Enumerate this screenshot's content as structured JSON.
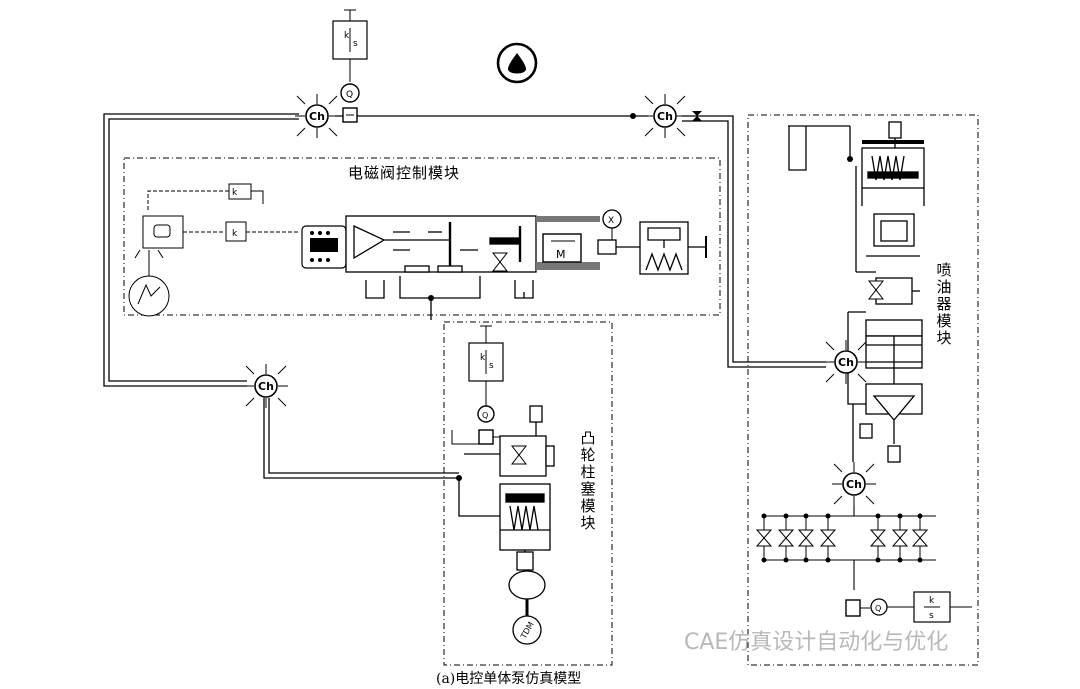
{
  "modules": {
    "solenoid": "电磁阀控制模块",
    "injector": "喷油器模块",
    "cam_plunger": "凸轮柱塞模块"
  },
  "caption": "(a)电控单体泵仿真模型",
  "watermark": "CAE仿真设计自动化与优化",
  "block_labels": {
    "ch": "Ch",
    "k": "k",
    "s": "s",
    "q": "Q",
    "m": "M",
    "x": "X",
    "tdm": "TDM"
  }
}
